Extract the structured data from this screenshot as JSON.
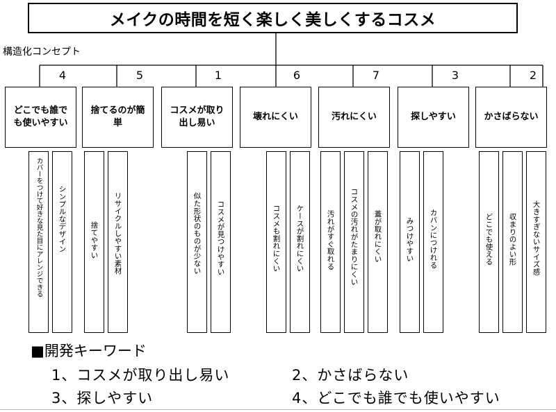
{
  "title": "メイクの時間を短く楽しく美しくするコスメ",
  "concept_label": "構造化コンセプト",
  "categories": [
    {
      "rank": "4",
      "label": "どこでも誰でも使いやすい",
      "items": [
        "カバーをつけて好きな見た目にアレンジできる",
        "シンプルなデザイン"
      ]
    },
    {
      "rank": "5",
      "label": "捨てるのが簡単",
      "items": [
        "捨てやすい",
        "リサイクルしやすい素材"
      ]
    },
    {
      "rank": "1",
      "label": "コスメが取り出し易い",
      "items": [
        "似た形状のものが少ない",
        "コスメが見つけやすい"
      ]
    },
    {
      "rank": "6",
      "label": "壊れにくい",
      "items": [
        "コスメも割れにくい",
        "ケースが割れにくい"
      ]
    },
    {
      "rank": "7",
      "label": "汚れにくい",
      "items": [
        "汚れがすぐ取れる",
        "コスメの汚れがたまりにくい",
        "蓋が取れにくい"
      ]
    },
    {
      "rank": "3",
      "label": "探しやすい",
      "items": [
        "みつけやすい",
        "カバンにつけれる"
      ]
    },
    {
      "rank": "2",
      "label": "かさばらない",
      "items": [
        "どこでも使える",
        "収まりのよい形",
        "大きすぎないサイズ感"
      ]
    }
  ],
  "keywords": {
    "heading": "■開発キーワード",
    "items": [
      "1、コスメが取り出し易い",
      "2、かさばらない",
      "3、探しやすい",
      "4、どこでも誰でも使いやすい"
    ]
  }
}
